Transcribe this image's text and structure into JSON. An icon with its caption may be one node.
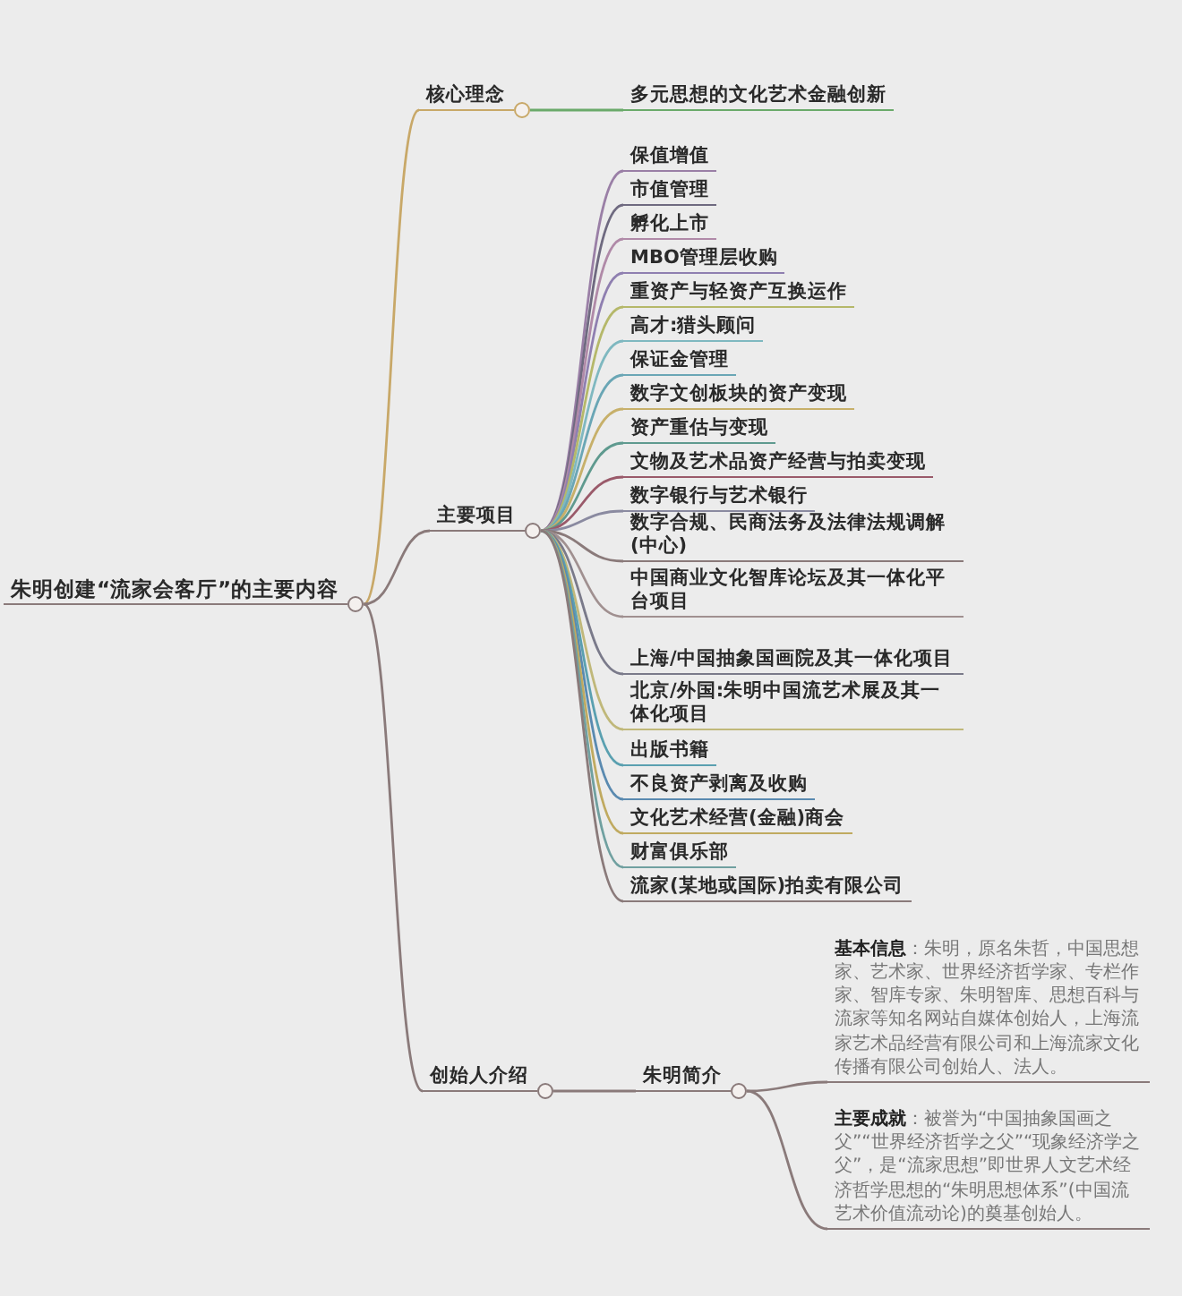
{
  "diagram": {
    "nodes": [
      {
        "text": [
          "朱明创建“流家会客厅”的主要内容"
        ]
      },
      {
        "text": [
          "核心理念"
        ]
      },
      {
        "text": [
          "多元思想的文化艺术金融创新"
        ]
      },
      {
        "text": [
          "主要项目"
        ]
      },
      {
        "text": [
          "保值增值"
        ]
      },
      {
        "text": [
          "市值管理"
        ]
      },
      {
        "text": [
          "孵化上市"
        ]
      },
      {
        "text": [
          "MBO管理层收购"
        ]
      },
      {
        "text": [
          "重资产与轻资产互换运作"
        ]
      },
      {
        "text": [
          "高才:猎头顾问"
        ]
      },
      {
        "text": [
          "保证金管理"
        ]
      },
      {
        "text": [
          "数字文创板块的资产变现"
        ]
      },
      {
        "text": [
          "资产重估与变现"
        ]
      },
      {
        "text": [
          "文物及艺术品资产经营与拍卖变现"
        ]
      },
      {
        "text": [
          "数字银行与艺术银行"
        ]
      },
      {
        "text": [
          "数字合规、民商法务及法律法规调解(中心)"
        ]
      },
      {
        "text": [
          "中国商业文化智库论坛及其一体化平台项目"
        ]
      },
      {
        "text": [
          "上海/中国抽象国画院及其一体化项目"
        ]
      },
      {
        "text": [
          "北京/外国:朱明中国流艺术展及其一体化项目"
        ]
      },
      {
        "text": [
          "出版书籍"
        ]
      },
      {
        "text": [
          "不良资产剥离及收购"
        ]
      },
      {
        "text": [
          "文化艺术经营(金融)商会"
        ]
      },
      {
        "text": [
          "财富俱乐部"
        ]
      },
      {
        "text": [
          "流家(某地或国际)拍卖有限公司"
        ]
      },
      {
        "text": [
          "创始人介绍"
        ]
      },
      {
        "text": [
          "朱明简介"
        ]
      },
      {
        "text": [
          "**基本信息**：朱明，原名朱哲，中国思想家、艺术家、世界经济哲学家、专栏作家、智库专家、朱明智库、思想百科与流家等知名网站自媒体创始人，上海流家艺术品经营有限公司和上海流家文化传播有限公司创始人、法人。"
        ]
      },
      {
        "text": [
          "**主要成就**：被誉为“中国抽象国画之父”“世界经济哲学之父”“现象经济学之父”，是“流家思想”即世界人文艺术经济哲学思想的“朱明思想体系”(中国流艺术价值流动论)的奠基创始人。"
        ]
      }
    ],
    "edges": [
      {
        "from": 0,
        "to": 1,
        "arrow": "none",
        "color": "#c8a868"
      },
      {
        "from": 1,
        "to": 2,
        "arrow": "none",
        "color": "#6aaa6a"
      },
      {
        "from": 0,
        "to": 3,
        "arrow": "none"
      },
      {
        "from": 3,
        "to": 4,
        "arrow": "none",
        "color": "#9a7fa6"
      },
      {
        "from": 3,
        "to": 5,
        "arrow": "none",
        "color": "#6f6a80"
      },
      {
        "from": 3,
        "to": 6,
        "arrow": "none",
        "color": "#b08aa8"
      },
      {
        "from": 3,
        "to": 7,
        "arrow": "none",
        "color": "#8f7fb0"
      },
      {
        "from": 3,
        "to": 8,
        "arrow": "none",
        "color": "#b5b86a"
      },
      {
        "from": 3,
        "to": 9,
        "arrow": "none",
        "color": "#7fb8c0"
      },
      {
        "from": 3,
        "to": 10,
        "arrow": "none",
        "color": "#6aa6b5"
      },
      {
        "from": 3,
        "to": 11,
        "arrow": "none",
        "color": "#c7b06a"
      },
      {
        "from": 3,
        "to": 12,
        "arrow": "none",
        "color": "#5f9a8f"
      },
      {
        "from": 3,
        "to": 13,
        "arrow": "none",
        "color": "#9a5a6a"
      },
      {
        "from": 3,
        "to": 14,
        "arrow": "none",
        "color": "#8a8aa0"
      },
      {
        "from": 3,
        "to": 15,
        "arrow": "none"
      },
      {
        "from": 3,
        "to": 16,
        "arrow": "none",
        "color": "#a09090"
      },
      {
        "from": 3,
        "to": 17,
        "arrow": "none",
        "color": "#7a7a8a"
      },
      {
        "from": 3,
        "to": 18,
        "arrow": "none",
        "color": "#c0b87a"
      },
      {
        "from": 3,
        "to": 19,
        "arrow": "none",
        "color": "#5aa0b0"
      },
      {
        "from": 3,
        "to": 20,
        "arrow": "none",
        "color": "#5a8ab0"
      },
      {
        "from": 3,
        "to": 21,
        "arrow": "none",
        "color": "#c0aa60"
      },
      {
        "from": 3,
        "to": 22,
        "arrow": "none",
        "color": "#70a0a0"
      },
      {
        "from": 3,
        "to": 23,
        "arrow": "none"
      },
      {
        "from": 0,
        "to": 24,
        "arrow": "none"
      },
      {
        "from": 24,
        "to": 25,
        "arrow": "none"
      },
      {
        "from": 25,
        "to": 26,
        "arrow": "none"
      },
      {
        "from": 25,
        "to": 27,
        "arrow": "none"
      }
    ]
  }
}
